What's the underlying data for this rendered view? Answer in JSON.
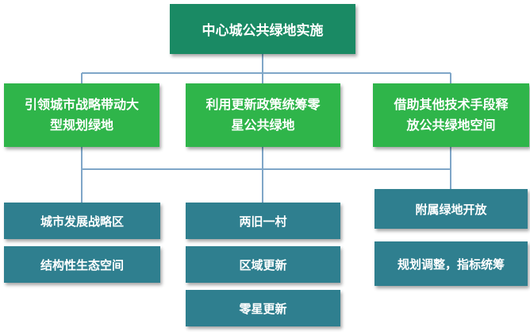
{
  "diagram": {
    "root": {
      "label": "中心城公共绿地实施"
    },
    "branches": [
      {
        "label": "引领城市战略带动大型规划绿地",
        "line1": "引领城市战略带动大",
        "line2": "型规划绿地"
      },
      {
        "label": "利用更新政策统筹零星公共绿地",
        "line1": "利用更新政策统筹零",
        "line2": "星公共绿地"
      },
      {
        "label": "借助其他技术手段释放公共绿地空间",
        "line1": "借助其他技术手段释",
        "line2": "放公共绿地空间"
      }
    ],
    "leaves": {
      "col1": [
        "城市发展战略区",
        "结构性生态空间"
      ],
      "col2": [
        "两旧一村",
        "区域更新",
        "零星更新"
      ],
      "col3": [
        "附属绿地开放",
        "规划调整，指标统筹"
      ]
    },
    "colors": {
      "root": "#1a8a64",
      "branch": "#2fb54a",
      "leaf": "#2f7f8f",
      "connector": "#7fa6c8"
    }
  }
}
